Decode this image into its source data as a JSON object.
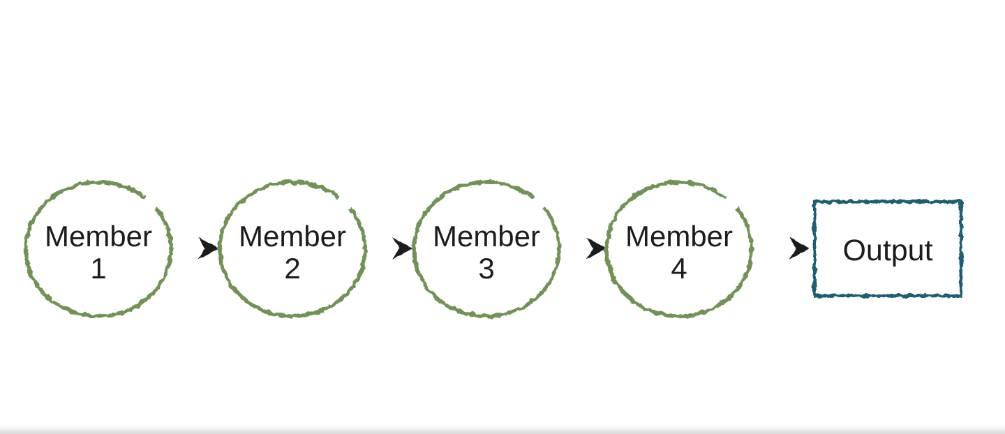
{
  "diagram": {
    "title_hint": "sequential-ensemble-flow",
    "members": [
      {
        "line1": "Member",
        "line2": "1"
      },
      {
        "line1": "Member",
        "line2": "2"
      },
      {
        "line1": "Member",
        "line2": "3"
      },
      {
        "line1": "Member",
        "line2": "4"
      }
    ],
    "output_label": "Output",
    "colors": {
      "member_stroke": "#6f9355",
      "output_stroke": "#1e5e74",
      "arrow": "#1c1c1c",
      "label": "#1c1c1c"
    }
  }
}
